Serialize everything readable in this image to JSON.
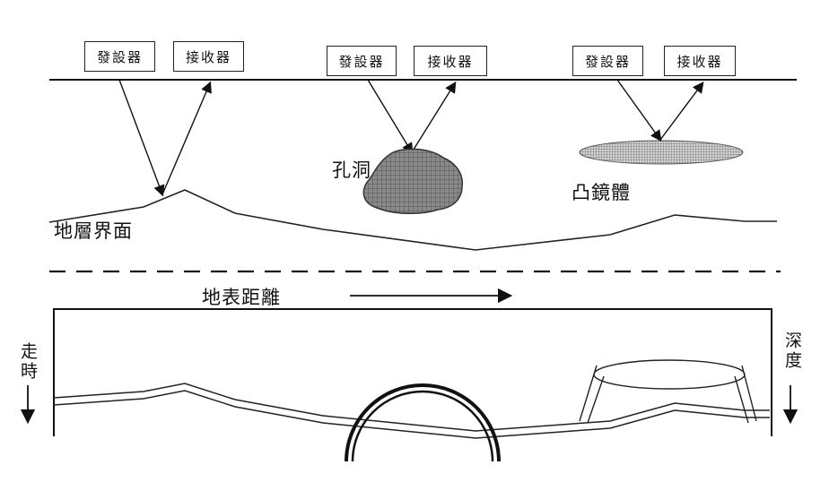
{
  "pairs": [
    {
      "transmitter": "發設器",
      "receiver": "接收器"
    },
    {
      "transmitter": "發設器",
      "receiver": "接收器"
    },
    {
      "transmitter": "發設器",
      "receiver": "接收器"
    }
  ],
  "labels": {
    "cavity": "孔洞",
    "lens_body": "凸鏡體",
    "interface": "地層界面",
    "surface_distance": "地表距離",
    "travel_time": "走時",
    "depth": "深度"
  }
}
